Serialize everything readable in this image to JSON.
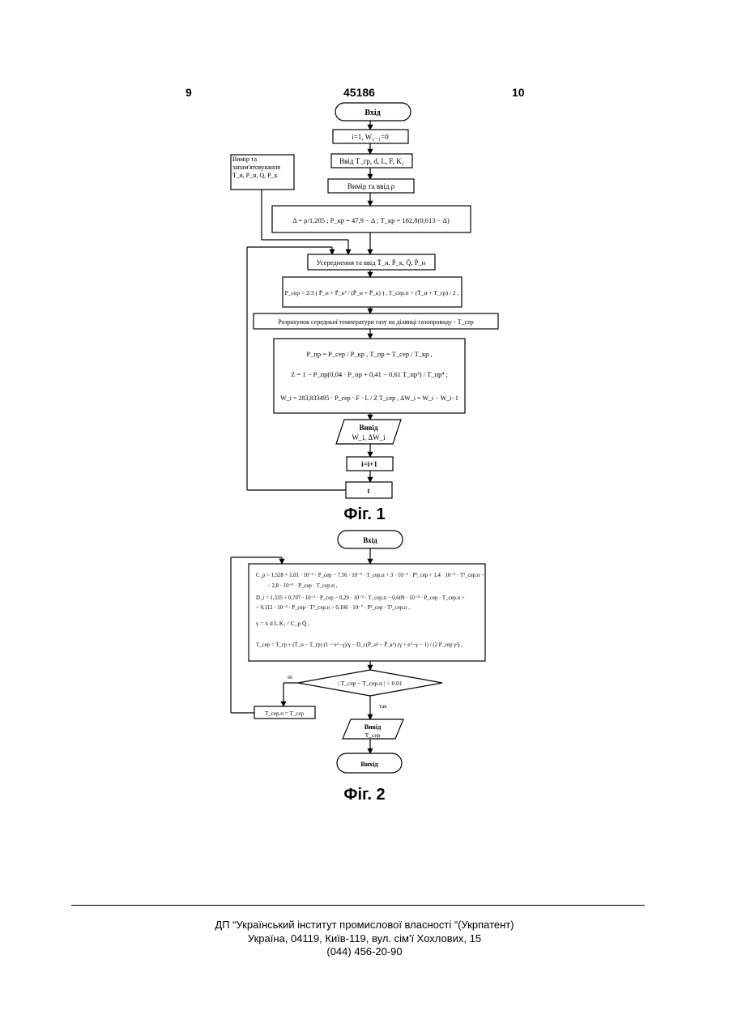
{
  "header": {
    "left_page": "9",
    "patent_number": "45186",
    "right_page": "10"
  },
  "fig1": {
    "label": "Фіг. 1",
    "start": "Вхід",
    "init": "i=1, W₁₋₁=0",
    "input": "Ввід  T_гр, d, L, F, K₁",
    "measure_side": "Вимір та запам'ятовування T_в, P_н, Q, P_к",
    "measure_rho": "Вимір та ввід ρ",
    "delta_formula": "Δ = ρ/1,205 ; P_кр = 47,9 − Δ ; T_кр = 162,8(0,613 − Δ)",
    "averaging": "Усереднення та ввід  T̄_н, P̄_к, Q̄, P̄_н",
    "pressure_formula": "P_сер = 2/3 ( P̄_н + P̄_к² / (P̄_н + P̄_к) ) ,  T_сер.п = (T̄_н + T_гр) / 2 ,",
    "calc_temp": "Розрахунок середньої температури газу на ділянці газопроводу - T_сер",
    "calc_lines": [
      "P_пр = P_сер / P_кр ,  T_пр = T_сер / T_кр ,",
      "Z = 1 − P_пр(0,04 · P_пр + 0,41 − 0,61 T_пр³) / T_пр⁴ ;",
      "W_i = 283,833495 · P_сер · F · L / Z T_сер ,  ΔW_i = W_i − W_i−1"
    ],
    "output": [
      "Вивід",
      "W_i, ΔW_i"
    ],
    "increment": "i=i+1",
    "wait": "t"
  },
  "fig2": {
    "label": "Фіг. 2",
    "start": "Вхід",
    "formula_lines": [
      "C_p = 1,528 + 1,01 · 10⁻² · P_сер − 7,56 · 10⁻³ · T_сер.п + 3 · 10⁻⁴ · P²_сер + 1,4 · 10⁻⁵ · T²_сер.п −",
      "− 2,8 · 10⁻⁵ · P_сер · T_сер.п ,",
      "D_i = 1,335 + 0,707 · 10⁻² · P_сер − 0,29 · 10⁻² · T_сер.п − 0,609 · 10⁻⁴ · P_сер · T_сер.п +",
      "+ 0,112 · 10⁻³ · P_сер · T²_сер.п − 0,106 · 10⁻⁷ · P²_сер · T²_сер.п ,",
      "γ = π d L K₁ / C_p Q̄ ,",
      "T_сер = T_гр + (T̄_н − T_гр) (1 − e^−γ)/γ − D_i (P̄_н² − P̄_к²) (γ + e^−γ − 1) / (2 P_сер γ²) ,"
    ],
    "condition": "| T_сер − T_сер.п | < 0.01",
    "no_label": "ні",
    "yes_label": "так",
    "assign": "T_сер.п = T_сер",
    "output": [
      "Вивід",
      "T_сер"
    ],
    "end": "Вихід"
  },
  "footer": {
    "line1": "ДП “Український інститут промислової власності “(Укрпатент)",
    "line2": "Україна, 04119, Київ-119, вул. сім'ї Хохлових, 15",
    "line3": "(044) 456-20-90"
  }
}
